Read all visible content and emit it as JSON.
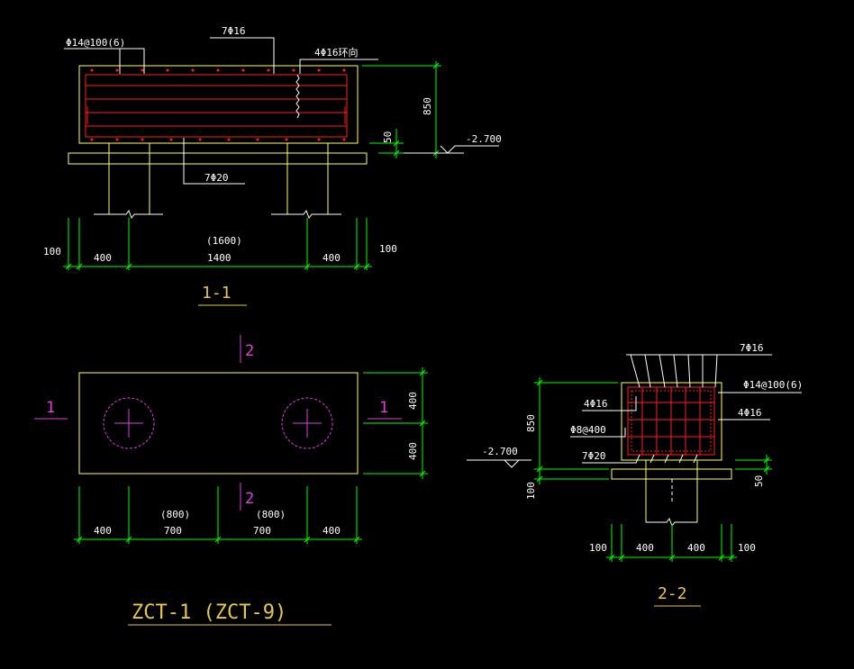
{
  "colors": {
    "background": "#000000",
    "outline": "#ffff66",
    "rebar": "#ff2020",
    "dimension": "#00ff00",
    "pile": "#e040e0",
    "title": "#e6c84a",
    "text": "#ffffff"
  },
  "section_1_1": {
    "title": "1-1",
    "top_bar_label": "7Φ16",
    "stirrup_label": "Φ14@100(6)",
    "side_bar_label": "4Φ16环向",
    "bottom_bar_label": "7Φ20",
    "height_dim": "850",
    "cushion_dim": "50",
    "elevation": "-2.700",
    "dim_total": "(1600)",
    "dim_left_edge": "100",
    "dim_right_edge": "100",
    "dim_left": "400",
    "dim_middle": "1400",
    "dim_right": "400"
  },
  "plan": {
    "section_mark_1_left": "1",
    "section_mark_1_right": "1",
    "section_mark_2_top": "2",
    "section_mark_2_bottom": "2",
    "dim_v_top": "400",
    "dim_v_bottom": "400",
    "dim_left": "400",
    "dim_mid_left": "700",
    "dim_mid_right": "700",
    "dim_right": "400",
    "dim_paren_left": "(800)",
    "dim_paren_right": "(800)",
    "title": "ZCT-1  (ZCT-9)"
  },
  "section_2_2": {
    "title": "2-2",
    "top_bar_label": "7Φ16",
    "stirrup_label": "Φ14@100(6)",
    "side_left_label": "4Φ16",
    "side_right_label": "4Φ16",
    "tie_label": "Φ8@400",
    "bottom_bar_label": "7Φ20",
    "height_dim": "850",
    "cushion_dim": "50",
    "base_dim": "100",
    "elevation": "-2.700",
    "dim_left_edge": "100",
    "dim_left": "400",
    "dim_right": "400",
    "dim_right_edge": "100"
  }
}
